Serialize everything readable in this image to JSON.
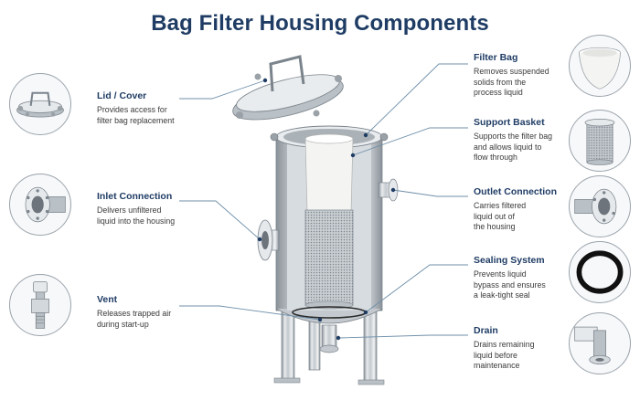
{
  "title": "Bag Filter Housing Components",
  "colors": {
    "title": "#1f3c64",
    "heading": "#1f3c64",
    "body_text": "#3a3a3a",
    "leader_line": "#6f8fa9",
    "steel_light": "#e6e9ec",
    "steel_mid": "#b9c0c6",
    "steel_dark": "#7b848c",
    "mesh": "#9aa1a7",
    "filter_bag": "#f4f4f2",
    "gasket": "#111111"
  },
  "components": [
    {
      "id": "lid",
      "name": "Lid / Cover",
      "description": [
        "Provides access for",
        "filter bag replacement"
      ],
      "icon": "lid-cover-icon"
    },
    {
      "id": "inlet",
      "name": "Inlet Connection",
      "description": [
        "Delivers unfiltered",
        "liquid into the housing"
      ],
      "icon": "inlet-flange-icon"
    },
    {
      "id": "vent",
      "name": "Vent",
      "description": [
        "Releases trapped air",
        "during start-up"
      ],
      "icon": "vent-valve-icon"
    },
    {
      "id": "bag",
      "name": "Filter Bag",
      "description": [
        "Removes suspended",
        "solids from the",
        "process liquid"
      ],
      "icon": "filter-bag-icon"
    },
    {
      "id": "basket",
      "name": "Support Basket",
      "description": [
        "Supports the filter bag",
        "and allows liquid to",
        "flow through"
      ],
      "icon": "support-basket-icon"
    },
    {
      "id": "outlet",
      "name": "Outlet Connection",
      "description": [
        "Carries filtered",
        "liquid out of",
        "the housing"
      ],
      "icon": "outlet-flange-icon"
    },
    {
      "id": "seal",
      "name": "Sealing System",
      "description": [
        "Prevents liquid",
        "bypass and ensures",
        "a leak-tight seal"
      ],
      "icon": "gasket-ring-icon"
    },
    {
      "id": "drain",
      "name": "Drain",
      "description": [
        "Drains remaining",
        "liquid before",
        "maintenance"
      ],
      "icon": "drain-valve-icon"
    }
  ]
}
